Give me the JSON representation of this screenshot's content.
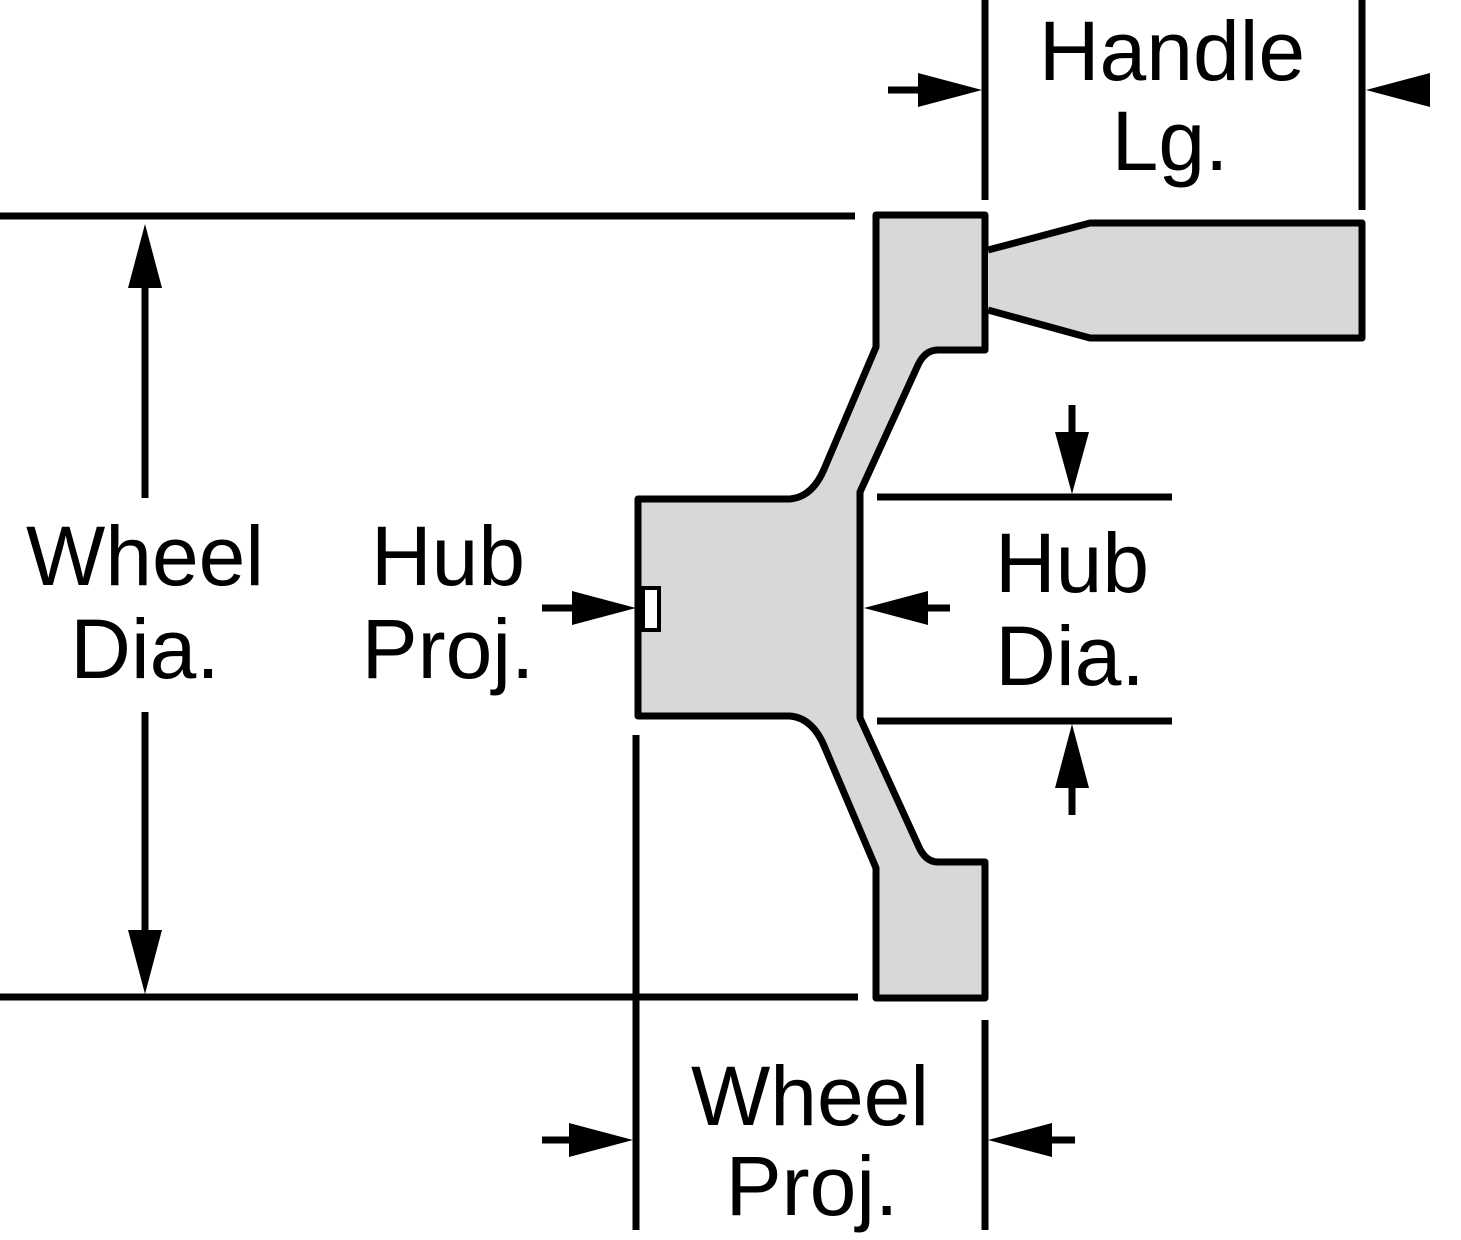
{
  "colors": {
    "part_fill": "#d8d8d8",
    "stroke": "#000000",
    "background": "#ffffff"
  },
  "labels": {
    "handle_length": [
      "Handle",
      "Lg."
    ],
    "wheel_diameter": [
      "Wheel",
      "Dia."
    ],
    "hub_projection": [
      "Hub",
      "Proj."
    ],
    "hub_diameter": [
      "Hub",
      "Dia."
    ],
    "wheel_projection": [
      "Wheel",
      "Proj."
    ]
  }
}
